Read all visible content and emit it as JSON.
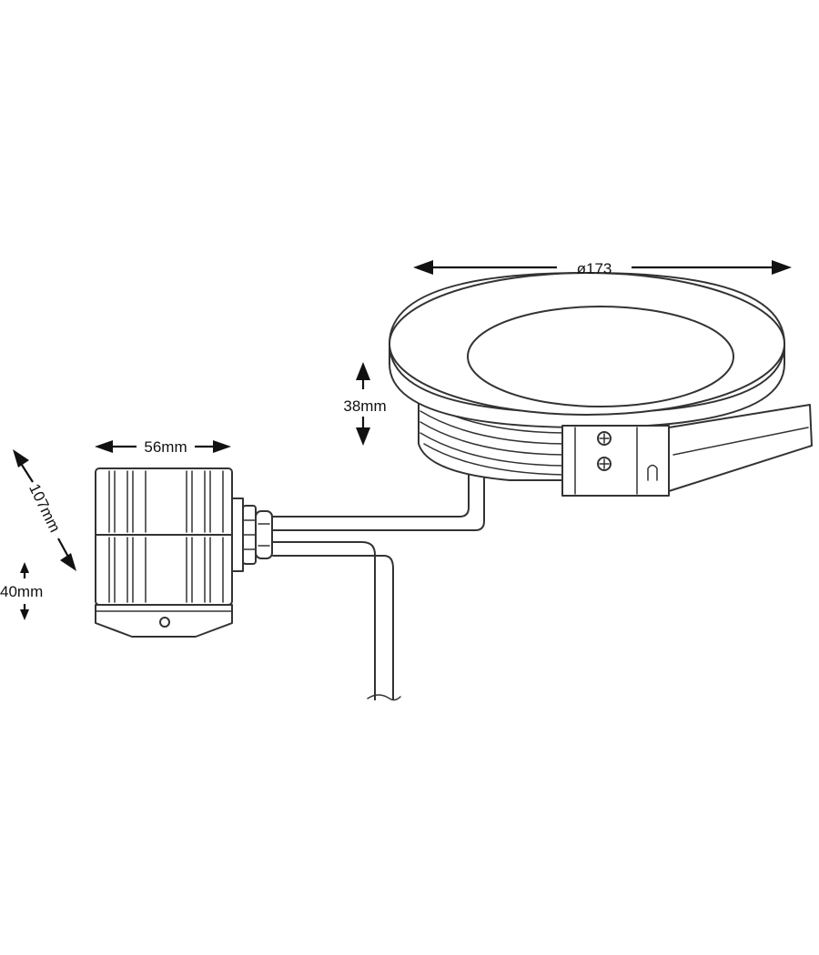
{
  "dimensions": {
    "diameter": "ø173",
    "height_lamp": "38mm",
    "width_box": "56mm",
    "length_box": "107mm",
    "height_box": "40mm"
  },
  "colors": {
    "line": "#333333",
    "arrow": "#111111",
    "background": "#ffffff"
  }
}
